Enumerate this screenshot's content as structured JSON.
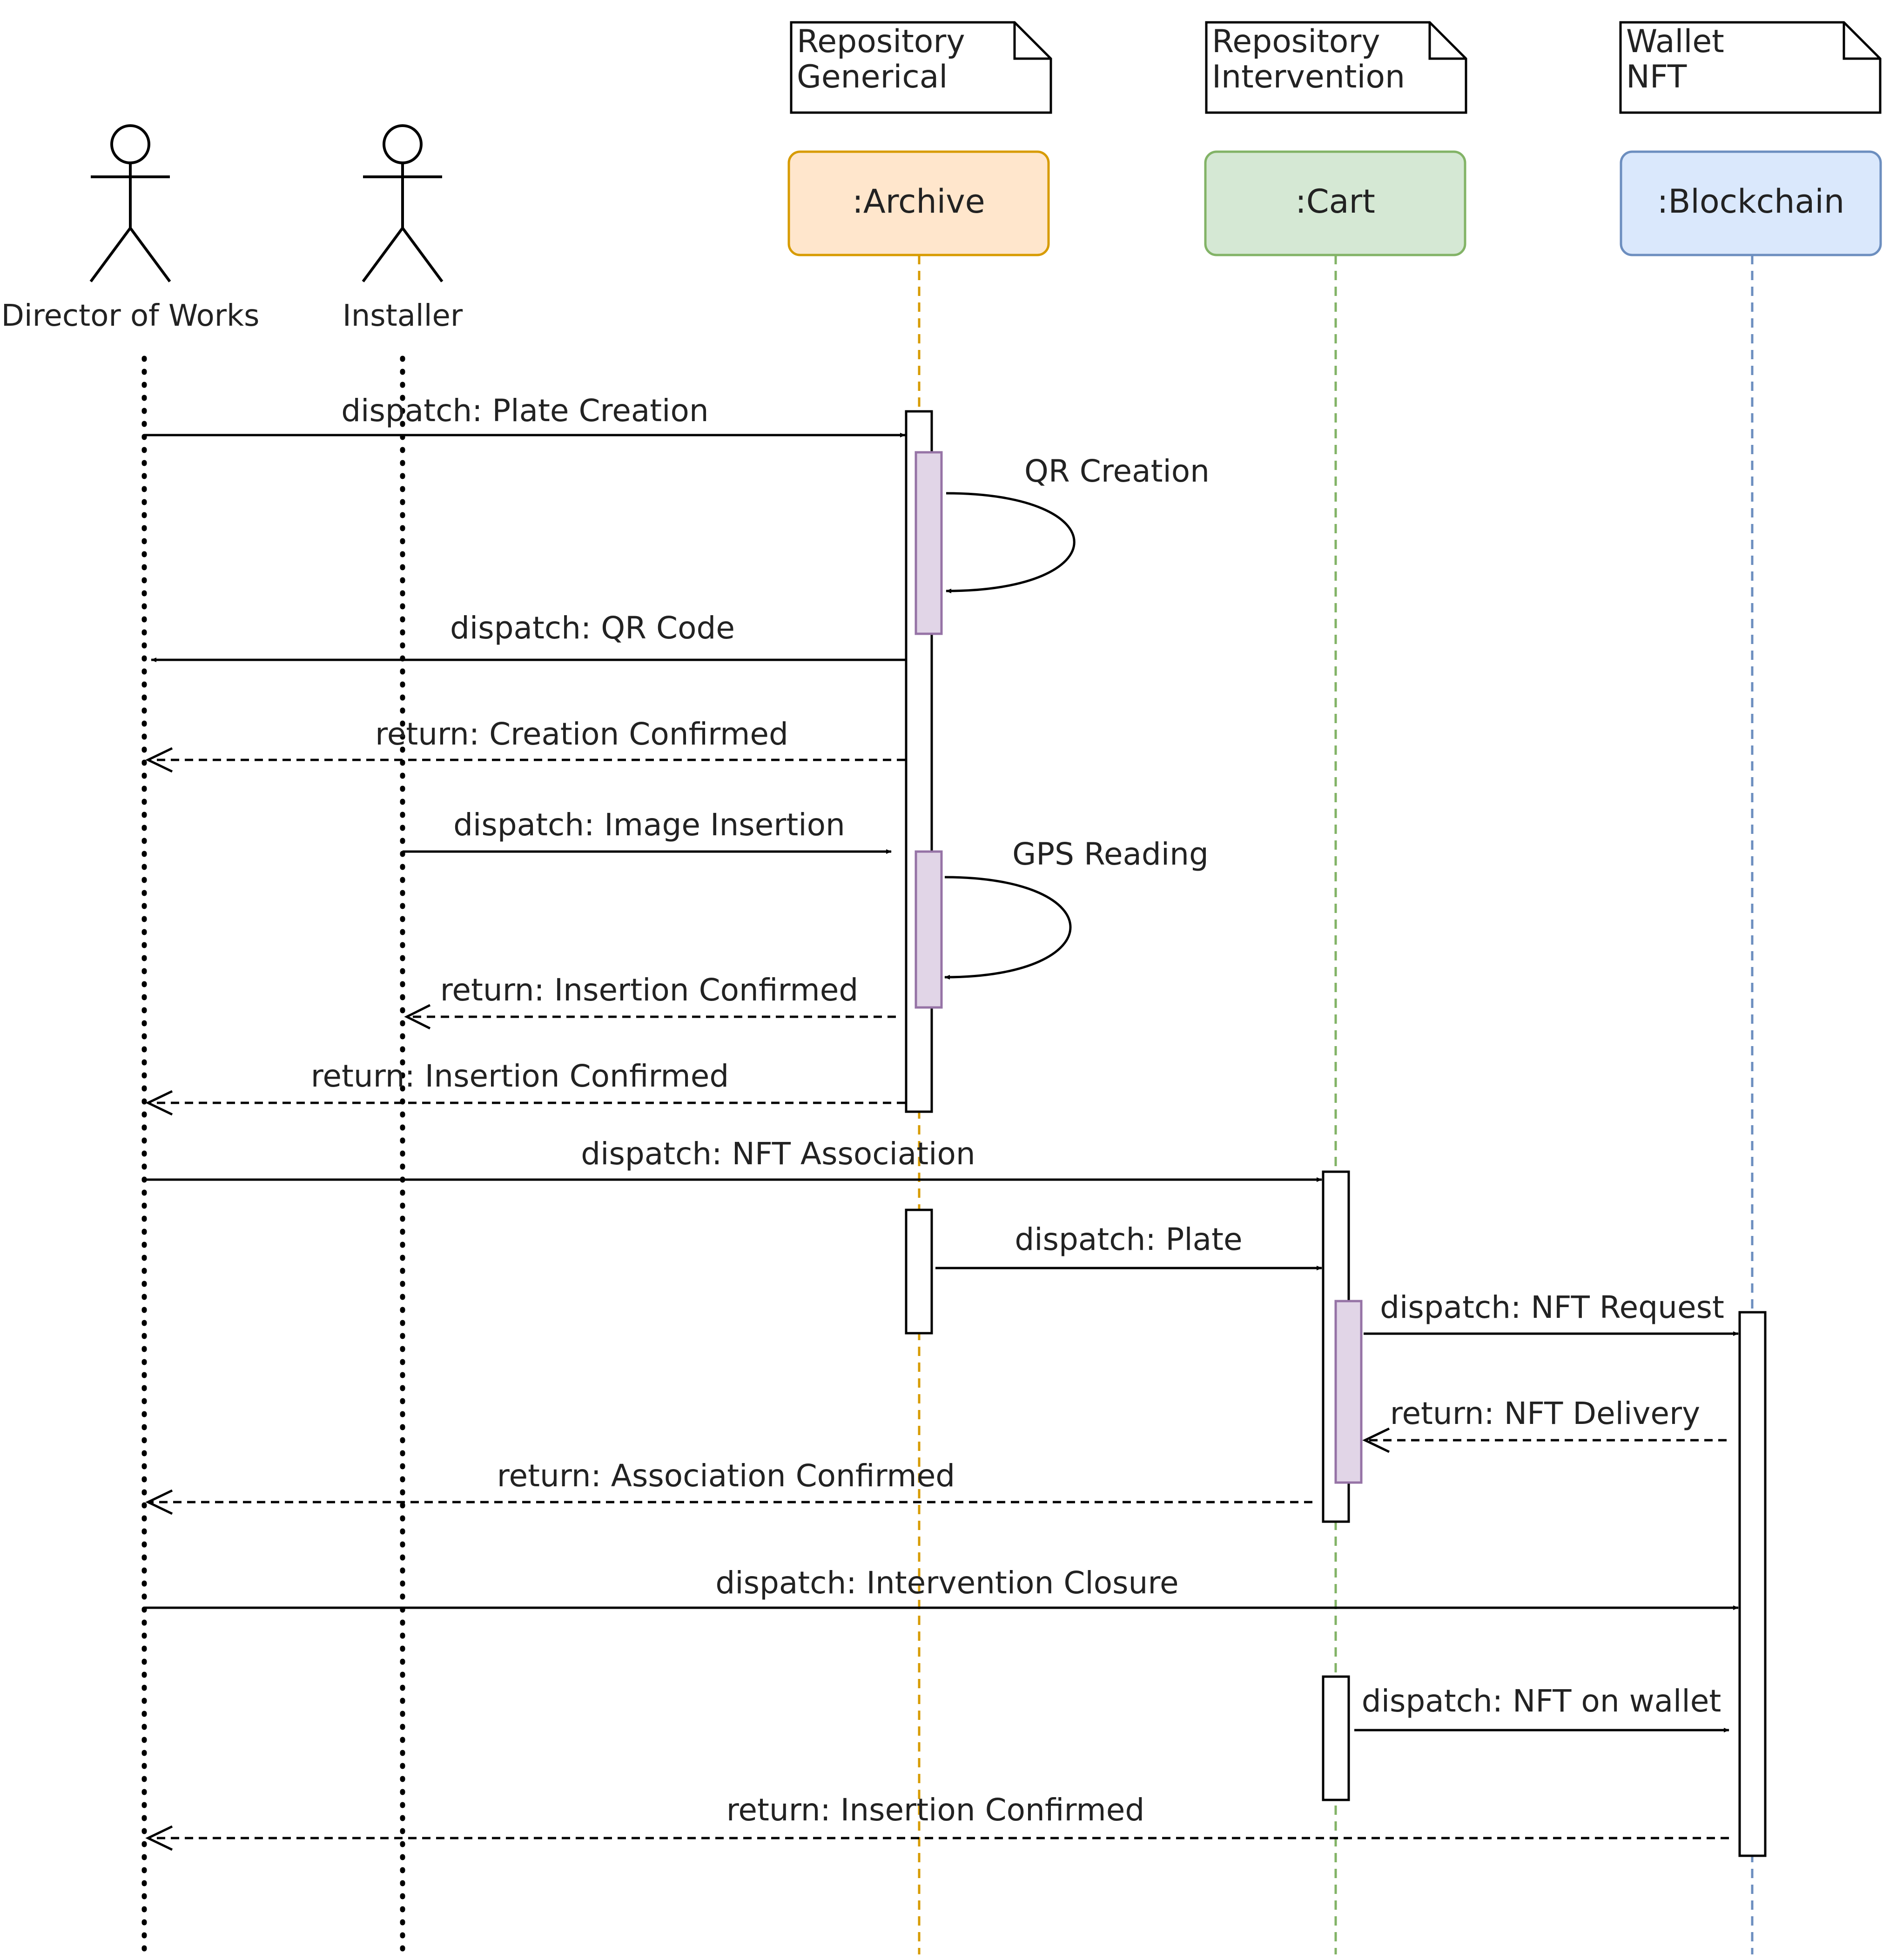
{
  "actors": [
    {
      "id": "director",
      "label": "Director of Works"
    },
    {
      "id": "installer",
      "label": "Installer"
    }
  ],
  "participants": [
    {
      "id": "archive",
      "label": ":Archive",
      "fill": "#ffe6cc",
      "stroke": "#d79b00",
      "lifeline": "#d79b00",
      "note": [
        "Repository",
        "Generical"
      ]
    },
    {
      "id": "cart",
      "label": ":Cart",
      "fill": "#d5e8d4",
      "stroke": "#82b366",
      "lifeline": "#82b366",
      "note": [
        "Repository",
        "Intervention"
      ]
    },
    {
      "id": "blockchain",
      "label": ":Blockchain",
      "fill": "#dae8fc",
      "stroke": "#6c8ebf",
      "lifeline": "#6c8ebf",
      "note": [
        "Wallet",
        "NFT"
      ]
    }
  ],
  "activation_colors": {
    "plain": "#ffffff",
    "nested": "#e1d5e7",
    "nested_stroke": "#9673a6"
  },
  "messages": [
    {
      "id": "m1",
      "text": "dispatch:  Plate Creation",
      "kind": "sync"
    },
    {
      "id": "m2",
      "text": "QR Creation",
      "kind": "self"
    },
    {
      "id": "m3",
      "text": "dispatch: QR Code",
      "kind": "sync"
    },
    {
      "id": "m4",
      "text": "return: Creation Confirmed",
      "kind": "return"
    },
    {
      "id": "m5",
      "text": "dispatch: Image Insertion",
      "kind": "sync"
    },
    {
      "id": "m6",
      "text": "GPS Reading",
      "kind": "self"
    },
    {
      "id": "m7",
      "text": "return: Insertion Confirmed",
      "kind": "return"
    },
    {
      "id": "m8",
      "text": "return: Insertion Confirmed",
      "kind": "return"
    },
    {
      "id": "m9",
      "text": "dispatch: NFT Association",
      "kind": "sync"
    },
    {
      "id": "m10",
      "text": "dispatch: Plate",
      "kind": "sync"
    },
    {
      "id": "m11",
      "text": "dispatch: NFT Request",
      "kind": "sync"
    },
    {
      "id": "m12",
      "text": "return: NFT Delivery",
      "kind": "return"
    },
    {
      "id": "m13",
      "text": "return: Association Confirmed",
      "kind": "return"
    },
    {
      "id": "m14",
      "text": "dispatch: Intervention Closure",
      "kind": "sync"
    },
    {
      "id": "m15",
      "text": "dispatch: NFT on wallet",
      "kind": "sync"
    },
    {
      "id": "m16",
      "text": "return: Insertion Confirmed",
      "kind": "return"
    }
  ]
}
